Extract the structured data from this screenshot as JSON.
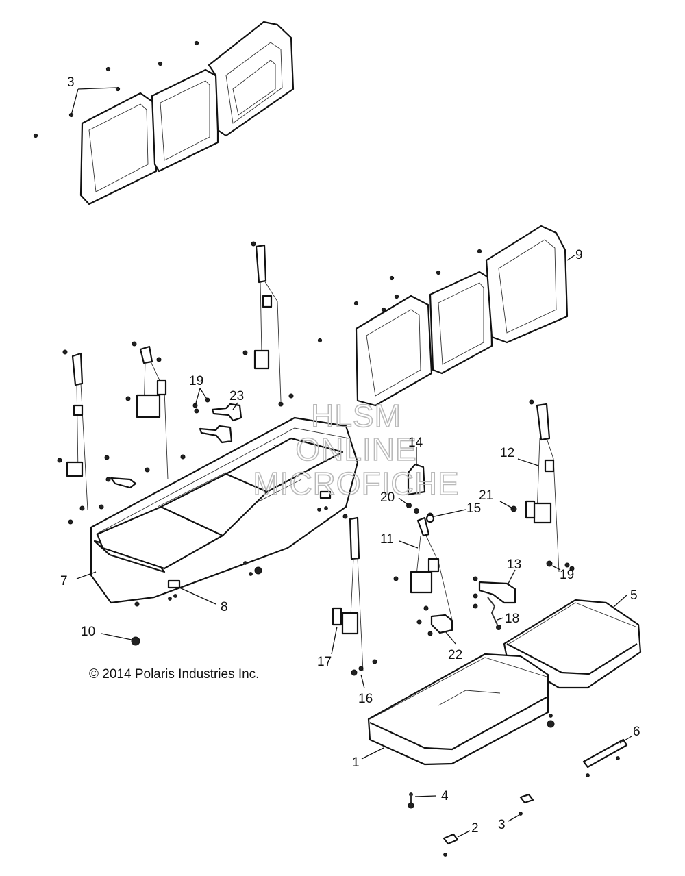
{
  "callouts": [
    {
      "id": "c3a",
      "text": "3"
    },
    {
      "id": "c9",
      "text": "9"
    },
    {
      "id": "c19a",
      "text": "19"
    },
    {
      "id": "c23",
      "text": "23"
    },
    {
      "id": "c14",
      "text": "14"
    },
    {
      "id": "c12",
      "text": "12"
    },
    {
      "id": "c20",
      "text": "20"
    },
    {
      "id": "c15",
      "text": "15"
    },
    {
      "id": "c21",
      "text": "21"
    },
    {
      "id": "c11",
      "text": "11"
    },
    {
      "id": "c13",
      "text": "13"
    },
    {
      "id": "c19b",
      "text": "19"
    },
    {
      "id": "c7",
      "text": "7"
    },
    {
      "id": "c8",
      "text": "8"
    },
    {
      "id": "c5",
      "text": "5"
    },
    {
      "id": "c18",
      "text": "18"
    },
    {
      "id": "c10",
      "text": "10"
    },
    {
      "id": "c17",
      "text": "17"
    },
    {
      "id": "c22",
      "text": "22"
    },
    {
      "id": "c16",
      "text": "16"
    },
    {
      "id": "c6",
      "text": "6"
    },
    {
      "id": "c1",
      "text": "1"
    },
    {
      "id": "c4",
      "text": "4"
    },
    {
      "id": "c2",
      "text": "2"
    },
    {
      "id": "c3b",
      "text": "3"
    }
  ],
  "copyright": "© 2014 Polaris Industries Inc.",
  "watermark": {
    "line1": "HLSM",
    "line2": "ONLINE",
    "line3": "MICROFICHE"
  }
}
